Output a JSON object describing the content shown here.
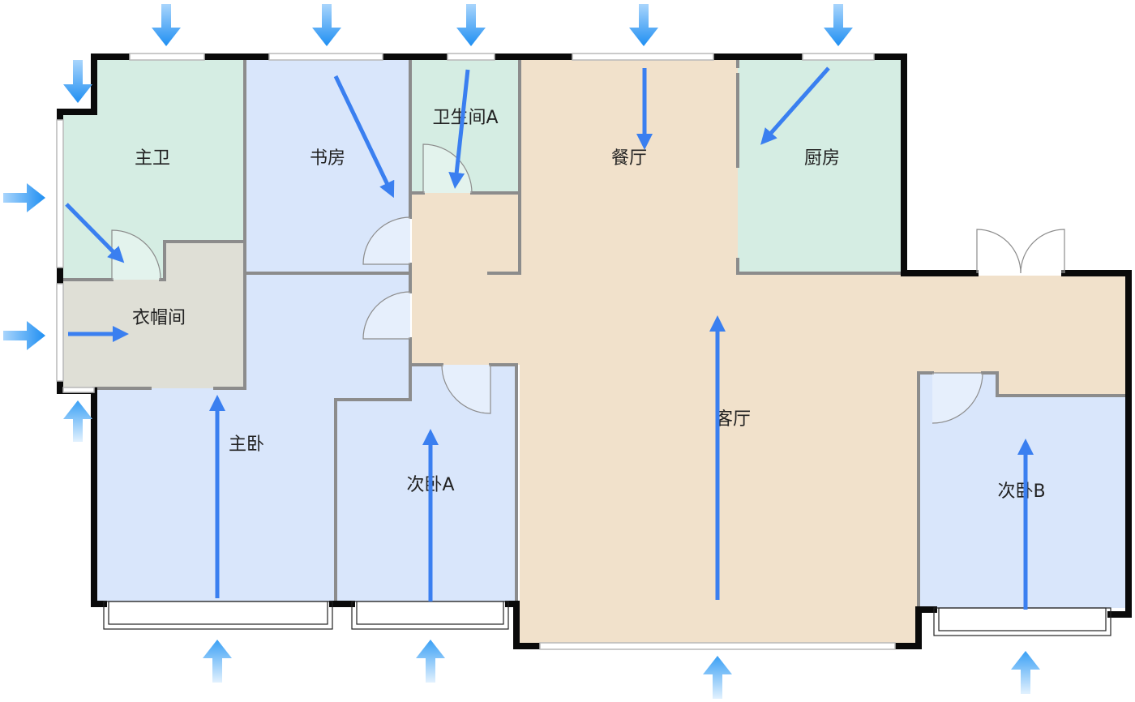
{
  "colors": {
    "wet_room": "#d5ede3",
    "bedroom": "#d9e6fb",
    "living": "#f1e1cb",
    "closet": "#dfdfd6",
    "outer_wall": "#0a0a0a",
    "inner_wall": "#8c8c8c",
    "airflow_arrow": "#3a7ff0",
    "entry_arrow_top": "#1f8ff2",
    "entry_arrow_bottom": "#7fc0fb"
  },
  "rooms": {
    "master_bath": {
      "label": "主卫",
      "icon": "bathroom"
    },
    "study": {
      "label": "书房",
      "icon": "study"
    },
    "bathroom_a": {
      "label": "卫生间A",
      "icon": "bathroom"
    },
    "dining": {
      "label": "餐厅",
      "icon": "dining"
    },
    "kitchen": {
      "label": "厨房",
      "icon": "kitchen"
    },
    "walk_in_closet": {
      "label": "衣帽间",
      "icon": "closet"
    },
    "master_bedroom": {
      "label": "主卧",
      "icon": "bedroom"
    },
    "bedroom_a": {
      "label": "次卧A",
      "icon": "bedroom"
    },
    "living_room": {
      "label": "客厅",
      "icon": "living-room"
    },
    "bedroom_b": {
      "label": "次卧B",
      "icon": "bedroom"
    }
  },
  "legend_icons": {
    "airflow": "airflow-arrow-icon",
    "wind_entry": "wind-entry-arrow-icon"
  }
}
